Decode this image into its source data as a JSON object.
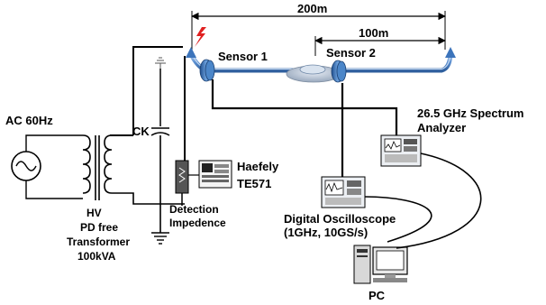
{
  "labels": {
    "dist_200": "200m",
    "dist_100": "100m",
    "sensor1": "Sensor 1",
    "sensor2": "Sensor 2",
    "ac_source": "AC 60Hz",
    "ck": "CK",
    "hv": "HV",
    "transformer_1": "PD free",
    "transformer_2": "Transformer",
    "transformer_3": "100kVA",
    "haefely_1": "Haefely",
    "haefely_2": "TE571",
    "detection_1": "Detection",
    "detection_2": "Impedence",
    "spectrum_1": "26.5 GHz Spectrum",
    "spectrum_2": "Analyzer",
    "osc_1": "Digital Oscilloscope",
    "osc_2": "(1GHz, 10GS/s)",
    "pc": "PC"
  },
  "colors": {
    "cable": "#4a7fc0",
    "cable_light": "#a8c4e8",
    "sensor": "#2f6db0",
    "spark": "#e02020",
    "wire": "#000000"
  },
  "icons": [
    "spark-icon",
    "ground-icon",
    "ac-source-icon",
    "capacitor-icon",
    "inductor-icon"
  ]
}
